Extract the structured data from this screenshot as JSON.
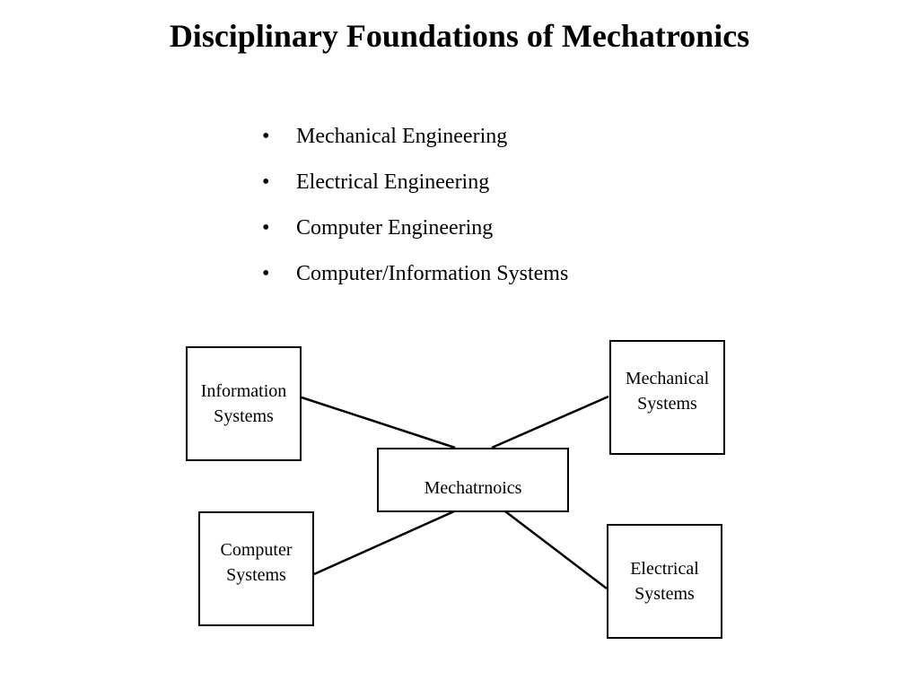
{
  "title": "Disciplinary Foundations of Mechatronics",
  "bullet_marker": "•",
  "bullets": [
    "Mechanical Engineering",
    "Electrical Engineering",
    "Computer Engineering",
    "Computer/Information Systems"
  ],
  "diagram": {
    "center": {
      "line1": "Mechatrnoics"
    },
    "information": {
      "line1": "Information",
      "line2": "Systems"
    },
    "mechanical": {
      "line1": "Mechanical",
      "line2": "Systems"
    },
    "computer": {
      "line1": "Computer",
      "line2": "Systems"
    },
    "electrical": {
      "line1": "Electrical",
      "line2": "Systems"
    }
  },
  "colors": {
    "line": "#000000",
    "background": "#ffffff"
  }
}
